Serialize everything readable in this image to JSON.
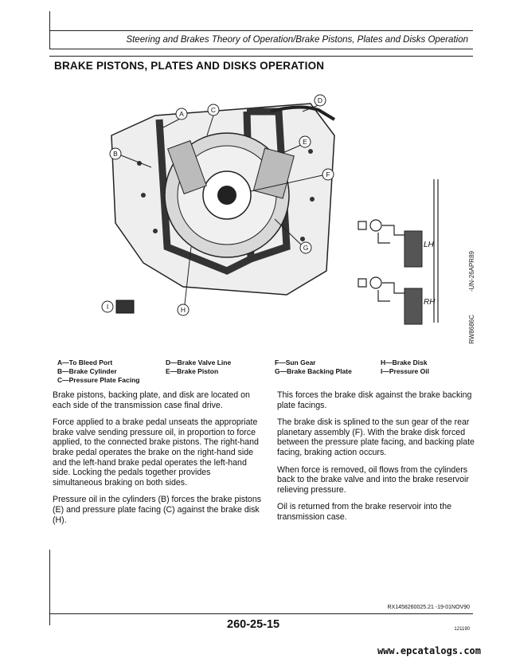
{
  "header": {
    "title": "Steering and Brakes Theory of Operation/Brake Pistons, Plates and Disks Operation"
  },
  "section": {
    "title": "BRAKE PISTONS, PLATES AND DISKS OPERATION"
  },
  "figure": {
    "callouts": [
      "A",
      "B",
      "C",
      "D",
      "E",
      "F",
      "G",
      "H"
    ],
    "indicator_label": "I",
    "schematic_labels": {
      "lh": "LH",
      "rh": "RH"
    },
    "codes": {
      "lower": "RW8686C",
      "upper": "-UN-26APR89"
    }
  },
  "legend": {
    "col1": [
      "A—To Bleed Port",
      "B—Brake Cylinder",
      "C—Pressure Plate Facing"
    ],
    "col2": [
      "D—Brake Valve Line",
      "E—Brake Piston"
    ],
    "col3": [
      "F—Sun Gear",
      "G—Brake Backing Plate"
    ],
    "col4": [
      "H—Brake Disk",
      "I—Pressure Oil"
    ]
  },
  "left_paragraphs": [
    "Brake pistons, backing plate, and disk are located on each side of the transmission case final drive.",
    "Force applied to a brake pedal unseats the appropriate brake valve sending pressure oil, in proportion to force applied, to the connected brake pistons. The right-hand brake pedal operates the brake on the right-hand side and the left-hand brake pedal operates the left-hand side. Locking the pedals together provides simultaneous braking on both sides.",
    "Pressure oil in the cylinders (B) forces the brake pistons (E) and pressure plate facing (C) against the brake disk (H)."
  ],
  "right_paragraphs": [
    "This forces the brake disk against the brake backing plate facings.",
    "The brake disk is splined to the sun gear of the rear planetary assembly (F). With the brake disk forced between the pressure plate facing, and backing plate facing, braking action occurs.",
    "When force is removed, oil flows from the cylinders back to the brake valve and into the brake reservoir relieving pressure.",
    "Oil is returned from the brake reservoir into the transmission case."
  ],
  "footer": {
    "page_code": "RX1458260025.21 -19-01NOV90",
    "date_code": "121190",
    "page_number": "260-25-15",
    "watermark": "www.epcatalogs.com"
  }
}
